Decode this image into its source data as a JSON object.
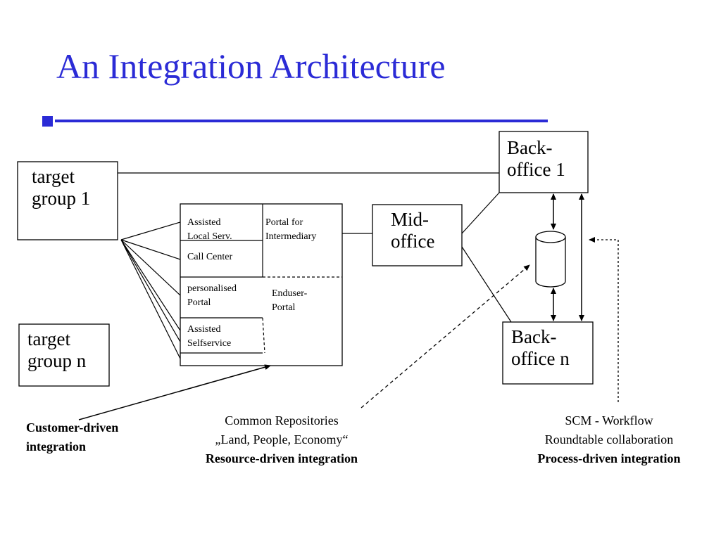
{
  "title": "An Integration Architecture",
  "colors": {
    "accent": "#2b2bd6",
    "line": "#000000"
  },
  "target_group_1": [
    "target",
    "group 1"
  ],
  "target_group_n": [
    "target",
    "group n"
  ],
  "portal": {
    "assisted_local": [
      "Assisted",
      "Local Serv."
    ],
    "call_center": "Call Center",
    "personalised_portal": [
      "personalised",
      "Portal"
    ],
    "assisted_selfservice": [
      "Assisted",
      "Selfservice"
    ],
    "portal_for_intermediary": [
      "Portal for",
      "Intermediary"
    ],
    "enduser_portal": [
      "Enduser-",
      "Portal"
    ]
  },
  "mid_office": [
    "Mid-",
    "office"
  ],
  "back_office_1": [
    "Back-",
    "office 1"
  ],
  "back_office_n": [
    "Back-",
    "office n"
  ],
  "customer_driven": [
    "Customer-driven",
    "integration"
  ],
  "resource_caption": [
    "Common Repositories",
    "„Land, People, Economy“",
    "Resource-driven integration"
  ],
  "process_caption": [
    "SCM - Workflow",
    "Roundtable collaboration",
    "Process-driven integration"
  ]
}
